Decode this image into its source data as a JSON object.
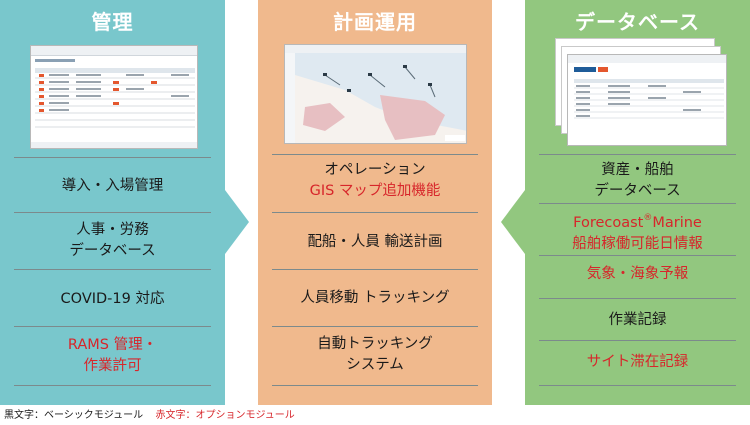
{
  "panels": {
    "management": {
      "title": "管理",
      "items": [
        {
          "text": "導入・入場管理",
          "type": "basic"
        },
        {
          "text": "人事・労務\nデータベース",
          "type": "basic"
        },
        {
          "text": "COVID-19 対応",
          "type": "basic"
        },
        {
          "text": "RAMS 管理・\n作業許可",
          "type": "option"
        }
      ]
    },
    "operations": {
      "title": "計画運用",
      "items": [
        {
          "line1": "オペレーション",
          "line2": "GIS マップ追加機能",
          "type": "mixed"
        },
        {
          "text": "配船・人員 輸送計画",
          "type": "basic"
        },
        {
          "text": "人員移動 トラッキング",
          "type": "basic"
        },
        {
          "text": "自動トラッキング\nシステム",
          "type": "basic"
        }
      ]
    },
    "database": {
      "title": "データベース",
      "items": [
        {
          "text": "資産・船舶\nデータベース",
          "type": "basic"
        },
        {
          "line1": "Forecoast",
          "sup": "®",
          "line1b": "Marine",
          "line2": "船舶稼働可能日情報",
          "type": "option"
        },
        {
          "text": "気象・海象予報",
          "type": "option"
        },
        {
          "text": "作業記録",
          "type": "basic"
        },
        {
          "text": "サイト滞在記録",
          "type": "option"
        }
      ]
    }
  },
  "legend": {
    "basic": "黒文字：ベーシックモジュール",
    "option": "赤文字：オプションモジュール"
  },
  "colors": {
    "management": "#79c7cc",
    "operations": "#f0b98d",
    "database": "#92c77f",
    "option_text": "#d7262b",
    "basic_text": "#1a1a1a"
  }
}
